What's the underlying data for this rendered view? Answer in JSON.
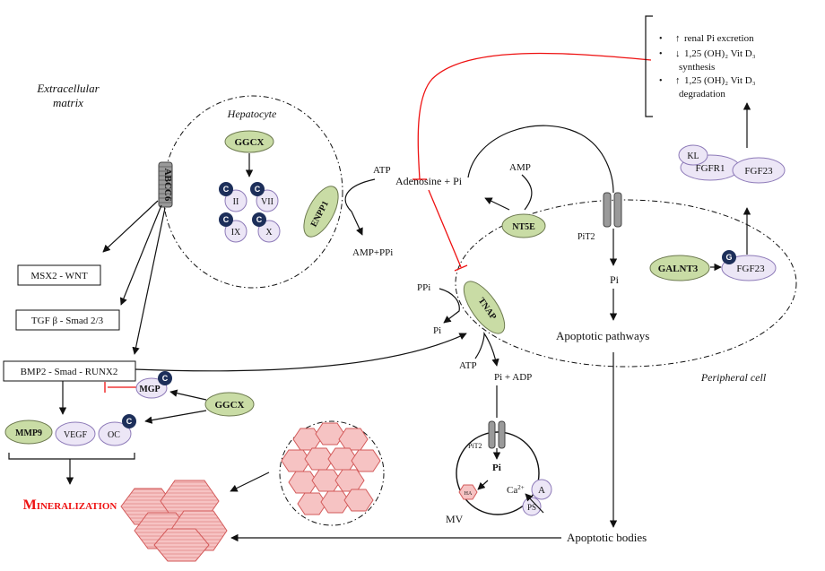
{
  "labels": {
    "extracellular": "Extracellular",
    "matrix": "matrix",
    "hepatocyte": "Hepatocyte",
    "peripheral_cell": "Peripheral cell",
    "abcc6": "ABCC6",
    "ggcx_top": "GGCX",
    "ggcx_bottom": "GGCX",
    "c": "C",
    "g": "G",
    "factor_ii": "II",
    "factor_vii": "VII",
    "factor_ix": "IX",
    "factor_x": "X",
    "enpp1": "ENPP1",
    "atp_left": "ATP",
    "amp_ppi": "AMP+PPi",
    "adenosine_pi": "Adenosine + Pi",
    "amp": "AMP",
    "nt5e": "NT5E",
    "pit2_membrane": "PiT2",
    "pi_right": "Pi",
    "tnap": "TNAP",
    "ppi": "PPi",
    "pi_left": "Pi",
    "atp_mid": "ATP",
    "pi_adp": "Pi + ADP",
    "apoptotic_pathways": "Apoptotic pathways",
    "apoptotic_bodies": "Apoptotic bodies",
    "msx2": "MSX2 - WNT",
    "tgf": "TGF β - Smad 2/3",
    "bmp2": "BMP2 - Smad - RUNX2",
    "mgp": "MGP",
    "mmp9": "MMP9",
    "vegf": "VEGF",
    "oc": "OC",
    "mineralization": "Mineralization",
    "pit2_vesicle": "PiT2",
    "pi_vesicle": "Pi",
    "ha": "HA",
    "ca": "Ca",
    "ca_sup": "2+",
    "annexin": "A",
    "ps": "PS",
    "mv": "MV",
    "kl": "KL",
    "fgfr1": "FGFR1",
    "fgf23_top": "FGF23",
    "fgf23_mid": "FGF23",
    "galnt3": "GALNT3"
  },
  "effects": [
    {
      "bullet": "•",
      "arrow": "↑",
      "text": "renal Pi excretion",
      "cont": ""
    },
    {
      "bullet": "•",
      "arrow": "↓",
      "text": "1,25 (OH)₂ Vit D₃",
      "cont": "synthesis"
    },
    {
      "bullet": "•",
      "arrow": "↑",
      "text": "1,25 (OH)₂ Vit D₃",
      "cont": "degradation"
    }
  ],
  "colors": {
    "protein_green": "#c9dca5",
    "protein_purple": "#ece6f6",
    "modification_navy": "#1d2f5a",
    "inhibition_red": "#e11111",
    "crystal_pink": "#f6c3c3"
  }
}
